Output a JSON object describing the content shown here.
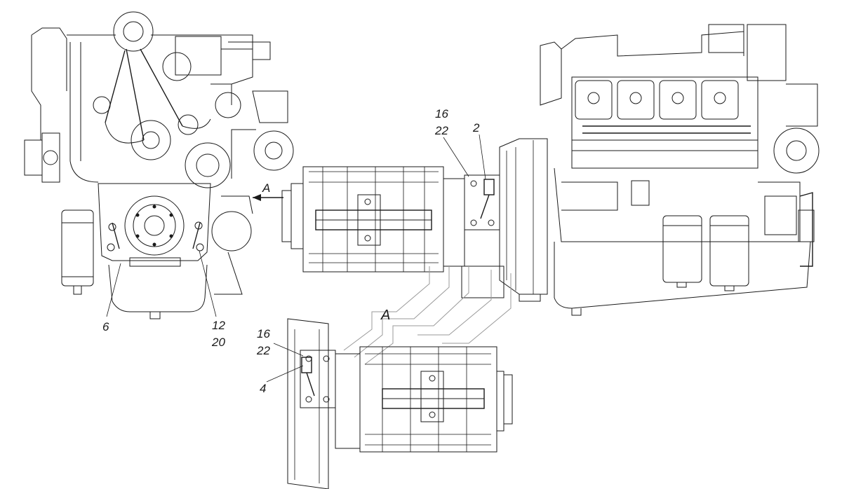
{
  "callouts": {
    "left_engine_6": "6",
    "left_engine_12": "12",
    "left_engine_20": "20",
    "top_16": "16",
    "top_22": "22",
    "top_2": "2",
    "bottom_16": "16",
    "bottom_22": "22",
    "bottom_4": "4"
  },
  "view_markers": {
    "arrow_label": "A",
    "view_label": "A"
  },
  "colors": {
    "line": "#1a1a1a",
    "ghost_arrow": "#9a9a9a",
    "background": "#ffffff"
  }
}
